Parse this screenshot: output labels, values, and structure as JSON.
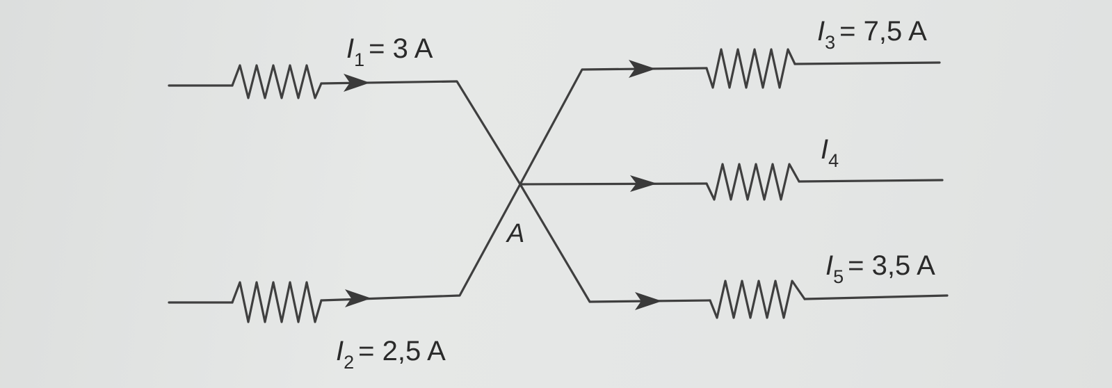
{
  "node_label": "A",
  "currents": {
    "i1": {
      "symbol": "I",
      "sub": "1",
      "value": "= 3 A"
    },
    "i2": {
      "symbol": "I",
      "sub": "2",
      "value": "= 2,5 A"
    },
    "i3": {
      "symbol": "I",
      "sub": "3",
      "value": "= 7,5 A"
    },
    "i4": {
      "symbol": "I",
      "sub": "4"
    },
    "i5": {
      "symbol": "I",
      "sub": "5",
      "value": "= 3,5 A"
    }
  }
}
